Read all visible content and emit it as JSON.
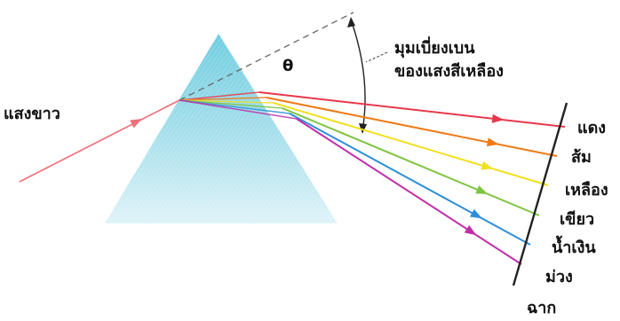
{
  "labels": {
    "incoming": "แสงขาว",
    "angle_symbol": "θ",
    "deviation_line1": "มุมเบี่ยงเบน",
    "deviation_line2": "ของแสงสีเหลือง",
    "screen": "ฉาก"
  },
  "colors": [
    {
      "name": "แดง",
      "hex": "#e8384a"
    },
    {
      "name": "ส้ม",
      "hex": "#f07a14"
    },
    {
      "name": "เหลือง",
      "hex": "#f0e020"
    },
    {
      "name": "เขียว",
      "hex": "#7ec440"
    },
    {
      "name": "น้ำเงิน",
      "hex": "#2e8fd8"
    },
    {
      "name": "ม่วง",
      "hex": "#c02ea8"
    }
  ],
  "prism_color": "#7dd2e2",
  "incoming_ray_color": "#f0707a"
}
